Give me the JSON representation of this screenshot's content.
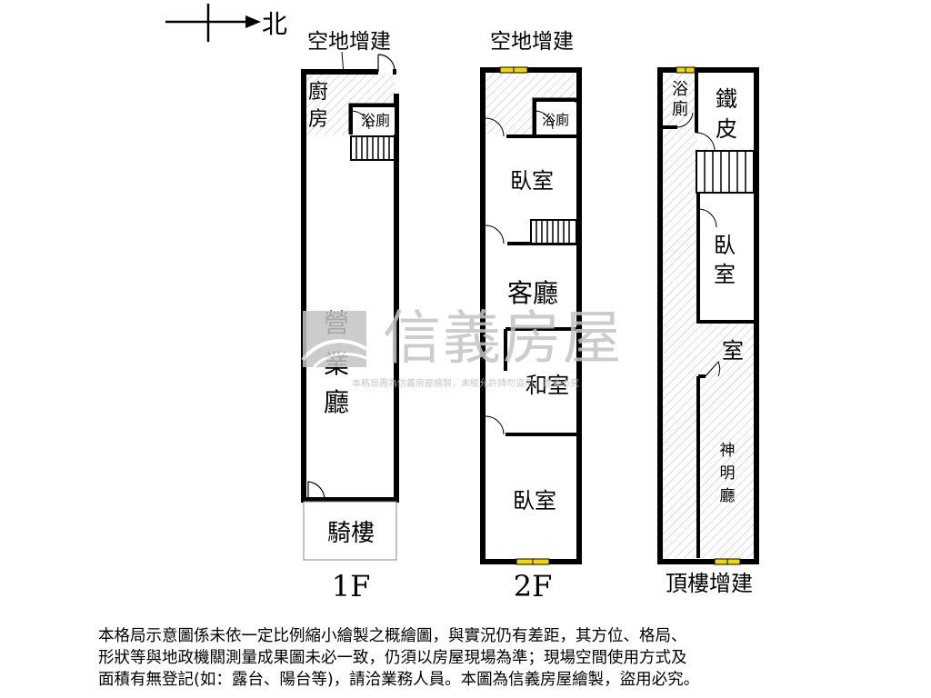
{
  "compass": {
    "north_label": "北"
  },
  "watermark": {
    "brand": "信義房屋",
    "small": "本格局圖為信義房屋繪製，未經允許請勿盜用，違者必究"
  },
  "floors": [
    {
      "label": "1F",
      "top_label": "空地增建",
      "rooms": {
        "kitchen_1": "廚",
        "kitchen_2": "房",
        "bath": "浴廁",
        "hall_1": "營",
        "hall_2": "業",
        "hall_3": "廳",
        "arcade": "騎樓"
      }
    },
    {
      "label": "2F",
      "top_label": "空地增建",
      "rooms": {
        "bath": "浴廁",
        "bedroom_1": "臥室",
        "living": "客廳",
        "japanese": "和室",
        "bedroom_2": "臥室"
      }
    },
    {
      "label": "頂樓增建",
      "rooms": {
        "bath_1": "浴",
        "bath_2": "廁",
        "iron_1": "鐵",
        "iron_2": "皮",
        "bedroom_1": "臥",
        "bedroom_2": "室",
        "room": "室",
        "shrine_1": "神",
        "shrine_2": "明",
        "shrine_3": "廳"
      }
    }
  ],
  "disclaimer": [
    "本格局示意圖係未依一定比例縮小繪製之概繪圖，與實況仍有差距，其方位、格局、",
    "形狀等與地政機關測量成果圖未必一致，仍須以房屋現場為準；現場空間使用方式及",
    "面積有無登記(如：露台、陽台等)，請洽業務人員。本圖為信義房屋繪製，盜用必究。"
  ],
  "colors": {
    "wall": "#000000",
    "window": "#f2d800",
    "hatch": "#b8b8b8",
    "watermark": "#c4c4c4"
  }
}
